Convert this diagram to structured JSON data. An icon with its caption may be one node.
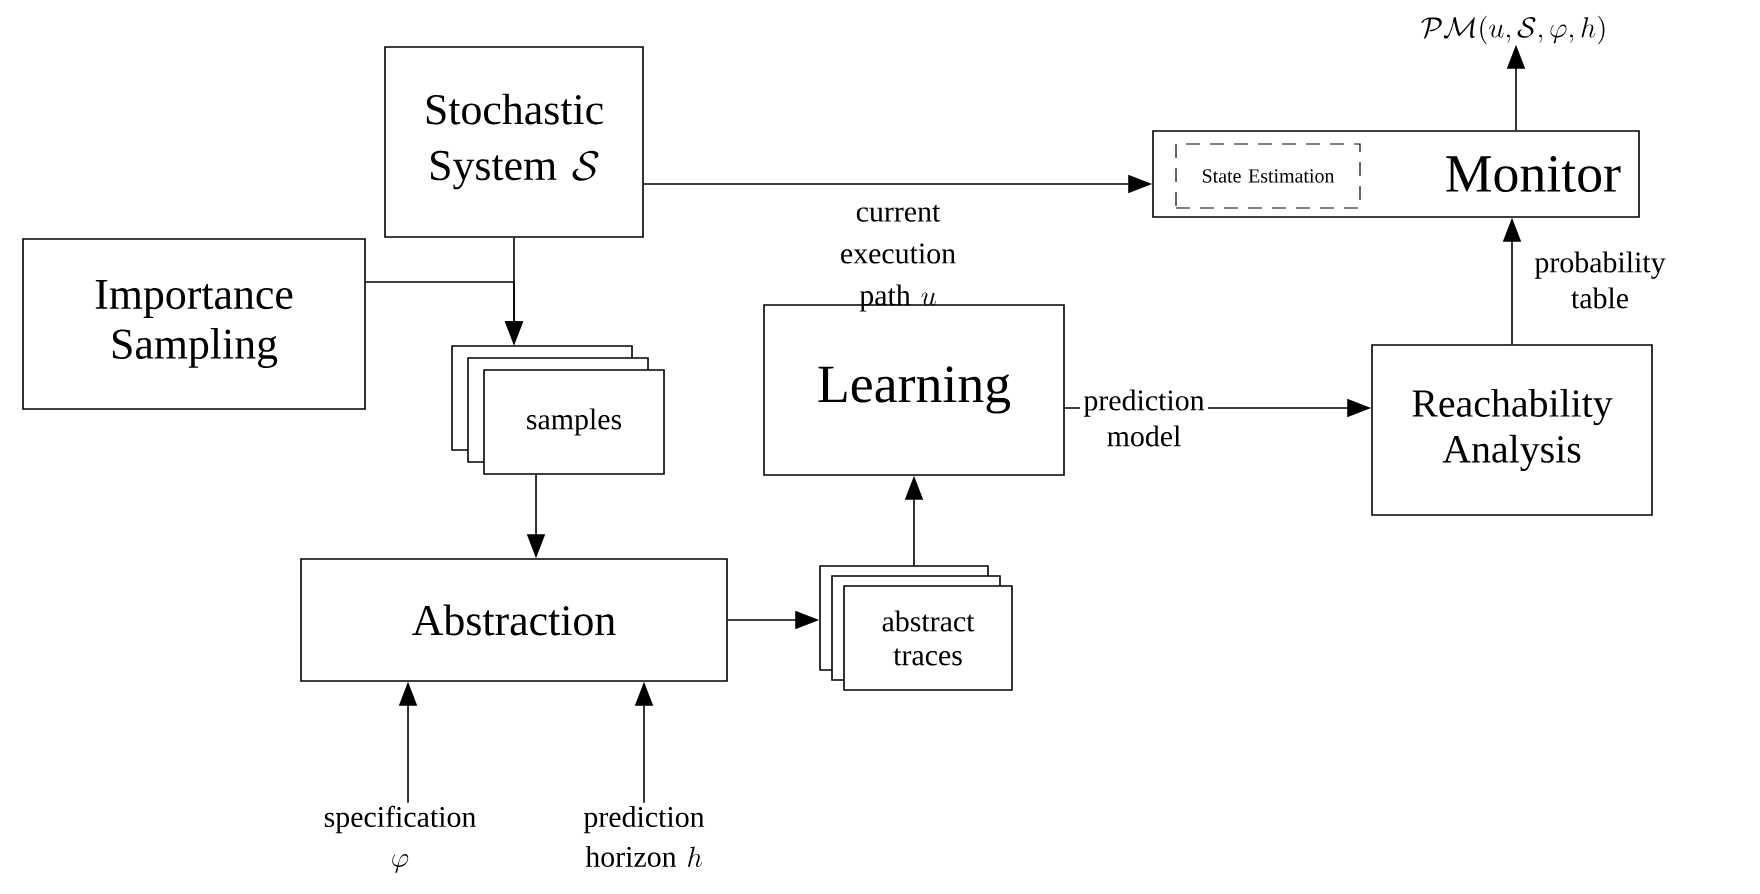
{
  "diagram": {
    "nodes": [
      {
        "text": [
          "\\begin{gathered}\\text{Stochastic}\\\\ \\text{System }\\mathcal{S}\\end{gathered}"
        ]
      },
      {
        "text": [
          "Importance Sampling"
        ]
      },
      {
        "text": [
          "samples"
        ]
      },
      {
        "text": [
          "Learning"
        ]
      },
      {
        "text": [
          "Monitor"
        ]
      },
      {
        "text": [
          "State Estimation"
        ],
        "in": 4
      },
      {
        "text": [
          "Reachability Analysis"
        ]
      },
      {
        "text": [
          "Abstraction"
        ]
      },
      {
        "text": [
          "abstract traces"
        ]
      },
      {
        "text": [
          "\\begin{gathered}\\text{specification}\\\\ \\varphi\\end{gathered}"
        ]
      },
      {
        "text": [
          "\\begin{gathered}\\text{prediction}\\\\ \\text{horizon }h\\end{gathered}"
        ]
      },
      {
        "text": [
          "\\mathcal{PM}(u,\\mathcal{S},\\varphi,h)"
        ]
      }
    ],
    "edges": [
      {
        "from": 0,
        "to": 2,
        "arrow": "to"
      },
      {
        "from": 1,
        "to": 2,
        "arrow": "to"
      },
      {
        "from": 0,
        "to": 4,
        "arrow": "to",
        "label": "\\begin{gathered}\\text{current}\\\\ \\text{execution}\\\\ \\text{path }u\\end{gathered}"
      },
      {
        "from": 2,
        "to": 7,
        "arrow": "to"
      },
      {
        "from": 7,
        "to": 8,
        "arrow": "to"
      },
      {
        "from": 8,
        "to": 3,
        "arrow": "to"
      },
      {
        "from": 3,
        "to": 6,
        "arrow": "to",
        "label": "prediction model"
      },
      {
        "from": 6,
        "to": 4,
        "arrow": "to",
        "label": "probability table"
      },
      {
        "from": 4,
        "to": 11,
        "arrow": "to"
      },
      {
        "from": 9,
        "to": 7,
        "arrow": "to"
      },
      {
        "from": 10,
        "to": 7,
        "arrow": "to"
      }
    ]
  }
}
